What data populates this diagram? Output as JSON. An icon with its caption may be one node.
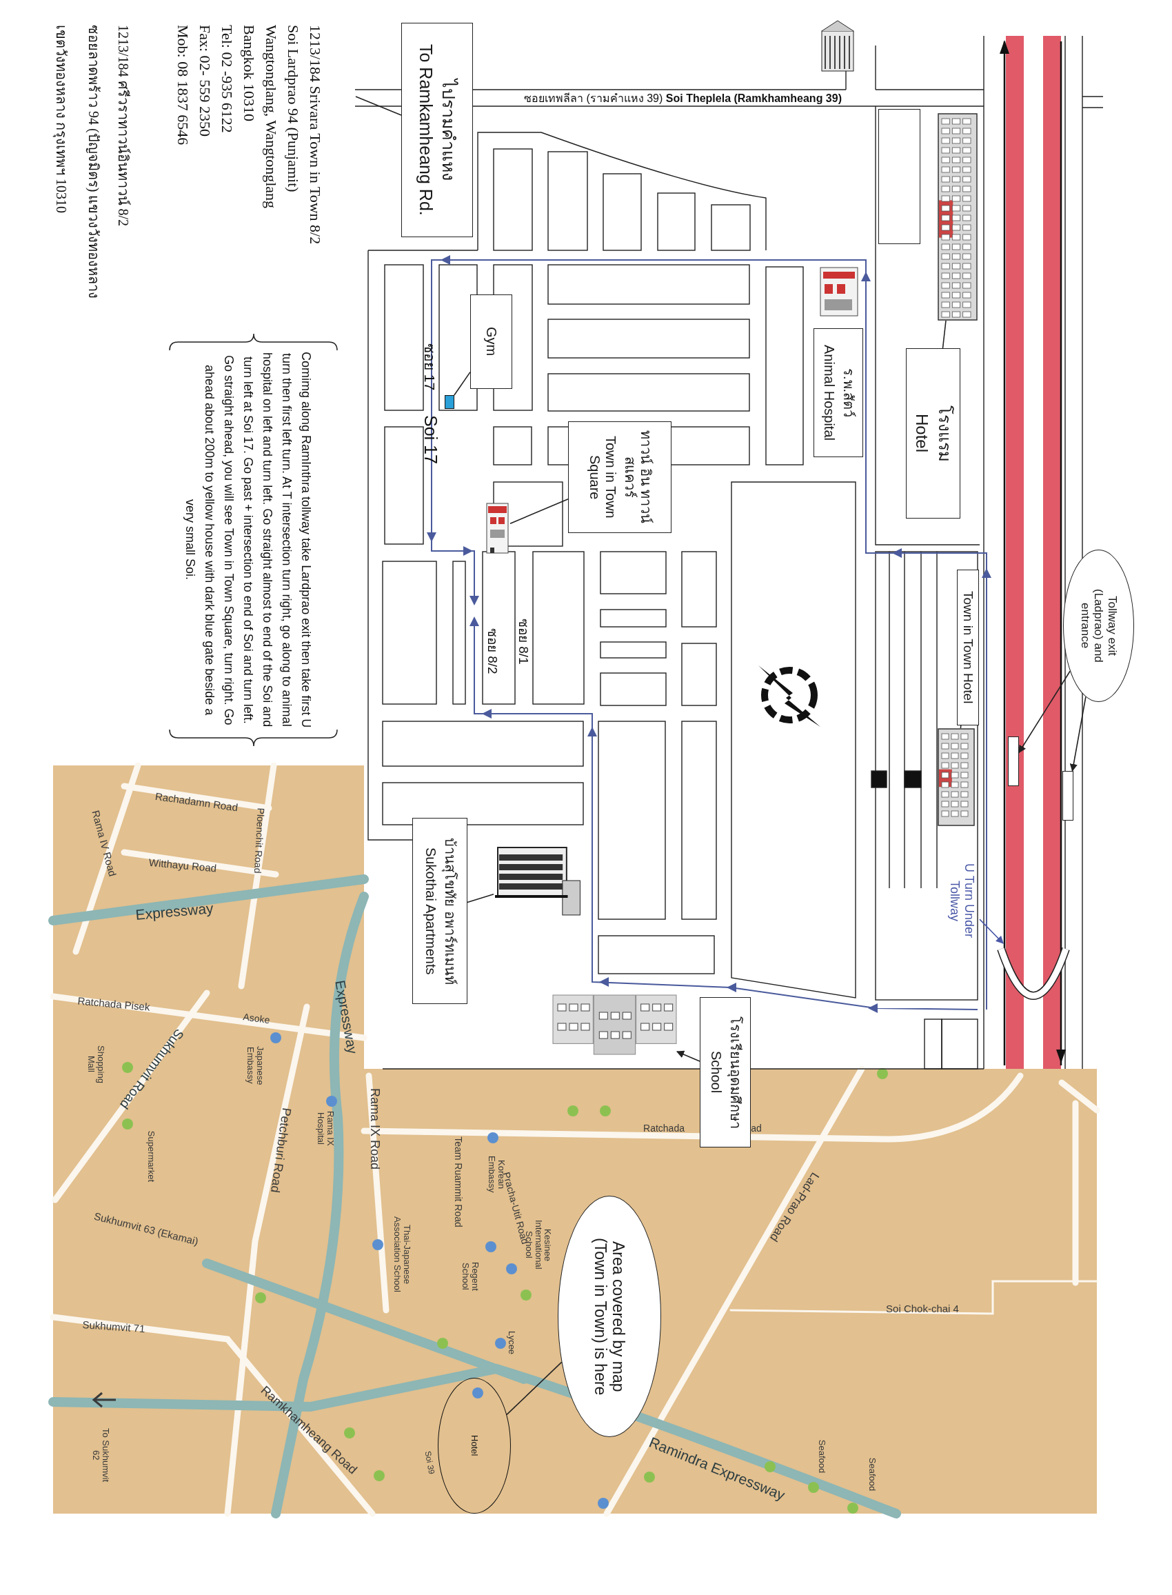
{
  "diagram": {
    "nodes": [
      {
        "text": [
          "Tollway exit (Ladprao) and entrance"
        ]
      },
      {
        "text": [],
        "shape": "box"
      },
      {
        "text": [
          "โรงแรม",
          "Hotel"
        ]
      },
      {
        "text": [],
        "shape": "picture"
      },
      {
        "text": [
          "ร.พ.สัตว์",
          "Animal Hospital"
        ]
      },
      {
        "text": [
          "Town in Town Hotel"
        ]
      },
      {
        "text": [],
        "shape": "picture"
      },
      {
        "text": [
          "ทาวน์ อิน ทาวน์ สแควร์",
          "Town in Town Square"
        ]
      },
      {
        "text": [],
        "shape": "picture"
      },
      {
        "text": [
          "Gym"
        ]
      },
      {
        "text": [],
        "shape": "box"
      },
      {
        "text": [
          "ไปรามคำแหง",
          "To Ramkamheang Rd."
        ]
      },
      {
        "text": [
          "บ้านสุโขทัย อพาร์ทเมนท์",
          "Sukothai Apartments"
        ]
      },
      {
        "text": [],
        "shape": "picture"
      },
      {
        "text": [
          "โรงเรียนอุดมศึกษา",
          "School"
        ]
      },
      {
        "text": [],
        "shape": "picture"
      },
      {
        "text": [
          "Area covered by map (Town in Town) is here"
        ]
      },
      {
        "text": [
          "Hotel"
        ]
      },
      {
        "text": [
          "U Turn Under Tollway"
        ]
      },
      {
        "text": [],
        "shape": "bar"
      },
      {
        "text": [],
        "shape": "bar"
      },
      {
        "text": [],
        "shape": "picture"
      }
    ],
    "edges": [
      {
        "from": 0,
        "to": 19,
        "arrow": "to"
      },
      {
        "from": 0,
        "to": 20,
        "arrow": "to"
      },
      {
        "from": 2,
        "to": 3,
        "arrow": "none"
      },
      {
        "from": 5,
        "to": 6,
        "arrow": "none"
      },
      {
        "from": 7,
        "to": 8,
        "arrow": "none"
      },
      {
        "from": 9,
        "to": 10,
        "arrow": "none"
      },
      {
        "from": 11,
        "to": null,
        "arrow": "none"
      },
      {
        "from": 12,
        "to": 13,
        "arrow": "none"
      },
      {
        "from": 14,
        "to": 15,
        "arrow": "to"
      },
      {
        "from": 16,
        "to": 17,
        "arrow": "none"
      },
      {
        "from": 18,
        "to": 21,
        "arrow": "to",
        "color": "#4957a6"
      }
    ],
    "labels": [
      "1213/184 Srivara Town in Town 8/2",
      "Soi Lardprao 94 (Punjamit)",
      "Wangtonglang, Wangtonglang",
      "Bangkok 10310",
      "Tel: 02 -935 6122",
      "Fax: 02- 559 2350",
      "Mob: 08 1837 6546",
      "1213/184  ศรีวราทาวน์อินทาวน์ 8/2",
      "ซอยลาดพร้าว 94 (ปัญจมิตร) แขวงวังทองหลาง",
      "เขตวังทองหลาง กรุงเทพฯ 10310",
      "Comimg along RamInthra tollway take Lardprao exit then take first U turn then first left turn.  At T intersection turn right, go along to animal hospital on left and turn left.  Go straight almost to end of the Soi and turn left at Soi 17.  Go past + intersection to end of Soi and turn left.  Go straight ahead, you will see Town in Town Square, turn right.  Go ahead about 200m to yellow house with dark blue gate beside a very small Soi.",
      "ซอยเทพลีลา (รามคำแหง 39) **Soi Theplela (Ramkhamheang 39)**",
      "ซอย 17",
      "Soi 17",
      "ซอย 8/1",
      "ซอย 8/2",
      "Rachadamn Road",
      "Rama IV Road",
      "Witthayu Road",
      "Ploenchit Road",
      "Expressway",
      "Ratchada Pisek",
      "Asoke",
      "Japanese Embassy",
      "Shopping Mall",
      "Sukhumvit Road",
      "Expressway",
      "Supermarket",
      "Rama IX Hospital",
      "Petchburi Road",
      "Rama IX Road",
      "Team Ruammit Road",
      "Korean Embassy",
      "Pracha-Utit Road",
      "Kesinee International School",
      "Regent School",
      "Thai-Japanese Association School",
      "Lycee",
      "Sukhumvit 63 (Ekamai)",
      "Sukhumvit 71",
      "Ramkhamheang Road",
      "To Sukhumvit 62",
      "Soi 39",
      "Ratchada",
      "ad",
      "Lad-Prao Road",
      "Soi Chok-chai 4",
      "Ramindra Expressway",
      "Seafood",
      "Seafood"
    ]
  }
}
